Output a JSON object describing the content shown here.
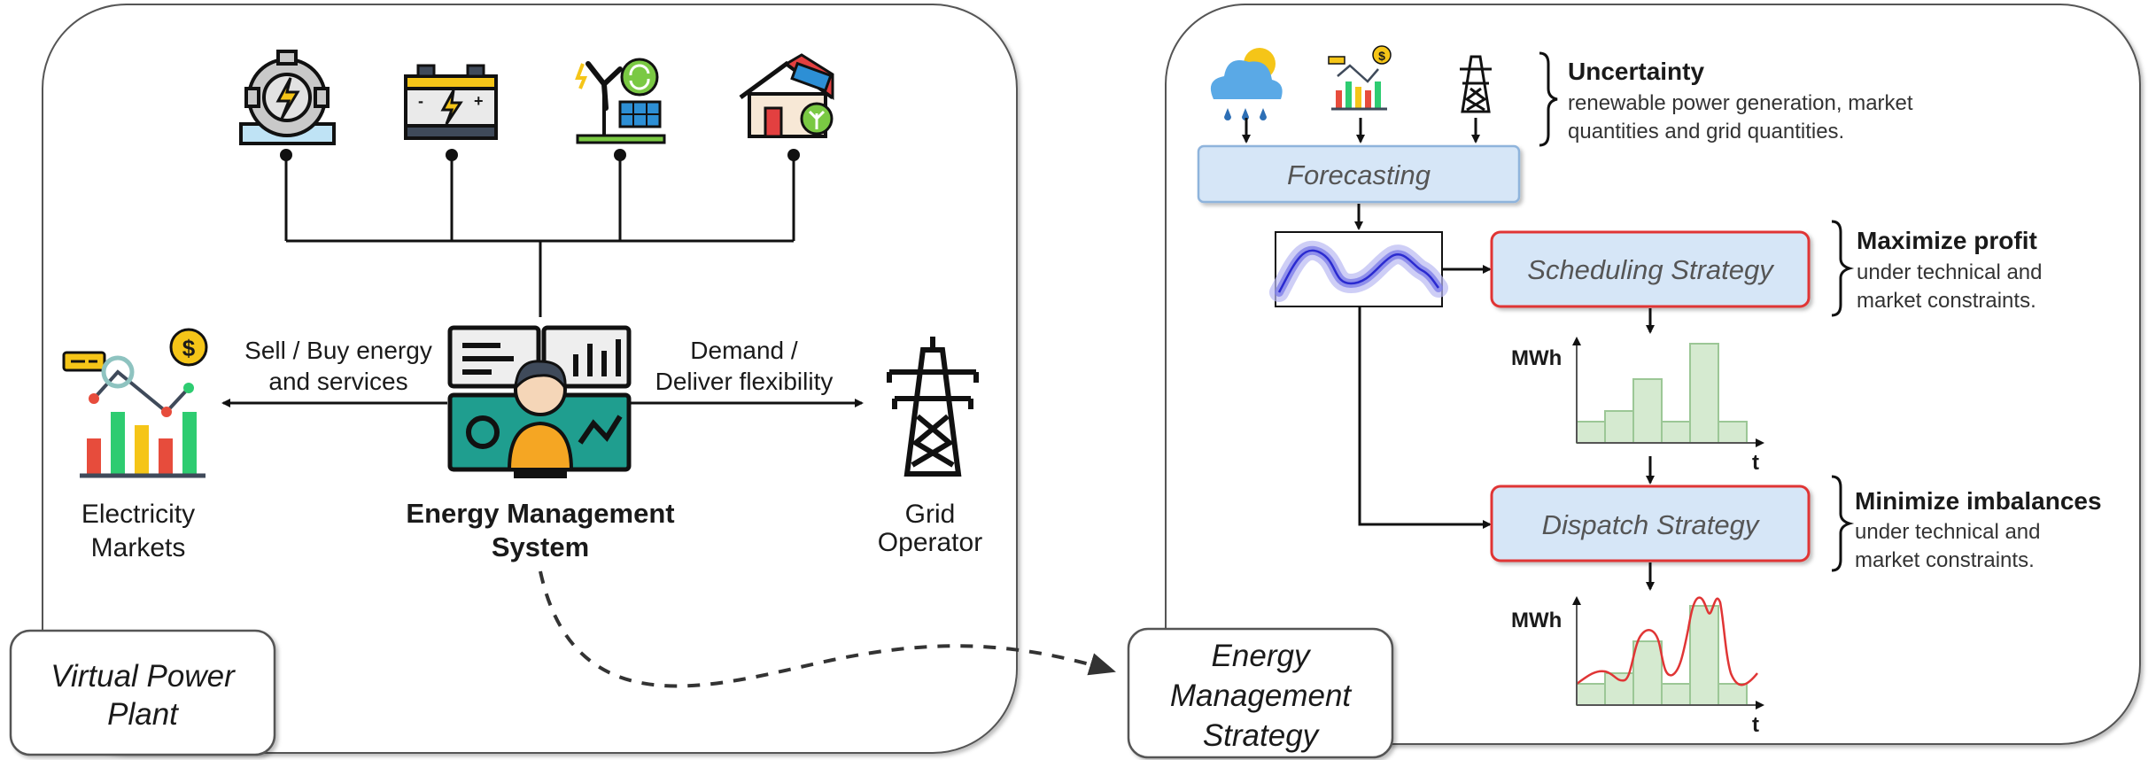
{
  "vpp": {
    "label_line1": "Virtual Power",
    "label_line2": "Plant",
    "sell_line1": "Sell / Buy energy",
    "sell_line2": "and services",
    "demand_line1": "Demand /",
    "demand_line2": "Deliver flexibility",
    "markets_line1": "Electricity",
    "markets_line2": "Markets",
    "ems_line1": "Energy Management",
    "ems_line2": "System",
    "grid_line1": "Grid",
    "grid_line2": "Operator",
    "market_icon_badge": "$"
  },
  "strategy": {
    "label_line1": "Energy",
    "label_line2": "Management",
    "label_line3": "Strategy",
    "weather_icon_badge": "$",
    "forecasting": "Forecasting",
    "scheduling": "Scheduling Strategy",
    "dispatch": "Dispatch Strategy",
    "uncertainty_title": "Uncertainty",
    "uncertainty_line1": "renewable power generation, market",
    "uncertainty_line2": "quantities and grid quantities.",
    "profit_title": "Maximize profit",
    "profit_line1": "under technical and",
    "profit_line2": "market constraints.",
    "imbalance_title": "Minimize imbalances",
    "imbalance_line1": "under technical and",
    "imbalance_line2": "market constraints.",
    "mwh_label_1": "MWh",
    "t_label_1": "t",
    "mwh_label_2": "MWh",
    "t_label_2": "t"
  },
  "colors": {
    "box_fill": "#d6e6f7",
    "box_stroke_blue": "#8fb4dc",
    "box_stroke_red": "#e03535",
    "bar_fill": "#d5ead0",
    "bar_stroke": "#9cc796",
    "curve": "#e03535",
    "forecast": "#3b3bd6"
  },
  "schedule_bars": [
    0.3,
    0.45,
    0.9,
    0.3,
    1.4,
    0.3
  ],
  "dispatch_bars": [
    0.3,
    0.45,
    0.9,
    0.3,
    1.4,
    0.3
  ]
}
